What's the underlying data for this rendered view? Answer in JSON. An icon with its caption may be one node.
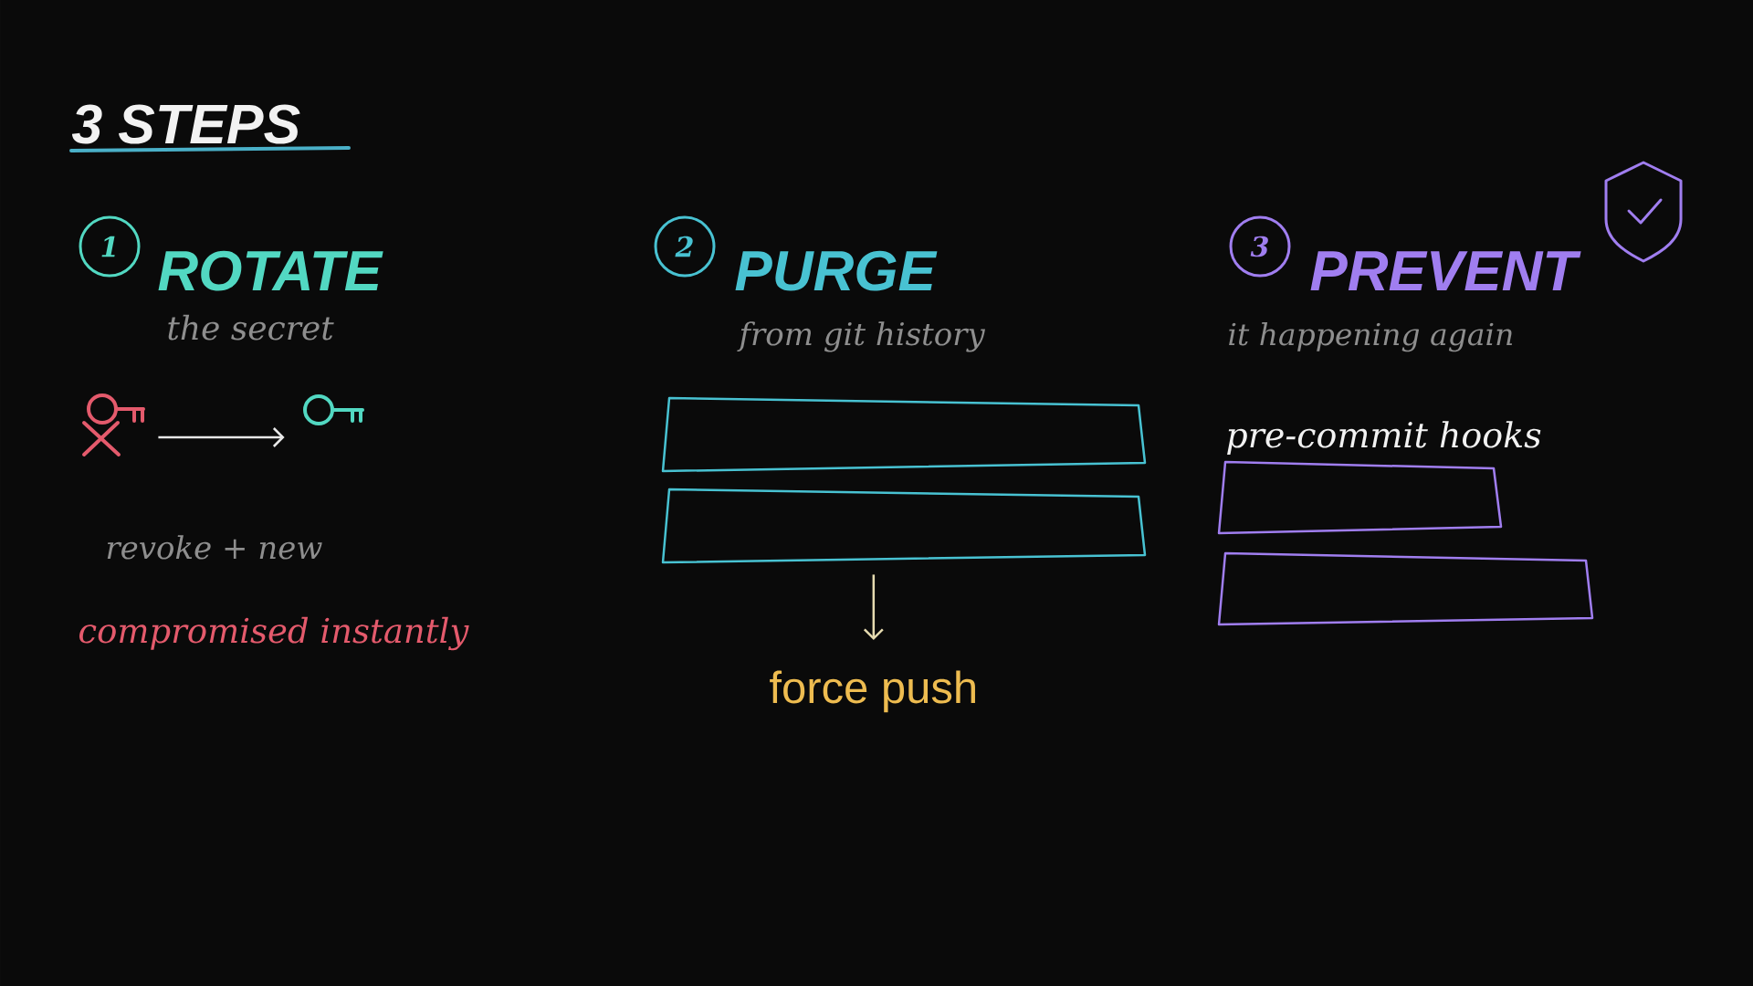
{
  "diagram": {
    "title": "3 STEPS",
    "nodes": [
      {
        "text": [
          "1"
        ],
        "beside": [
          "ROTATE",
          "the secret"
        ]
      },
      {
        "text": [],
        "shape": "picture"
      },
      {
        "text": [],
        "shape": "picture"
      },
      {
        "text": [
          "2"
        ],
        "beside": [
          "PURGE",
          "from git history"
        ]
      },
      {
        "text": [],
        "shape": "box"
      },
      {
        "text": [],
        "shape": "box"
      },
      {
        "text": [
          "force push"
        ]
      },
      {
        "text": [
          "3"
        ],
        "beside": [
          "PREVENT",
          "it happening again"
        ]
      },
      {
        "text": [],
        "shape": "box"
      },
      {
        "text": [],
        "shape": "box"
      }
    ],
    "edges": [
      {
        "from": 1,
        "to": 2,
        "arrow": "to"
      },
      {
        "from": 5,
        "to": 6,
        "arrow": "to",
        "color": "#e6dbb0"
      }
    ],
    "labels": [
      "revoke + new",
      "compromised instantly",
      "pre-commit hooks"
    ]
  }
}
